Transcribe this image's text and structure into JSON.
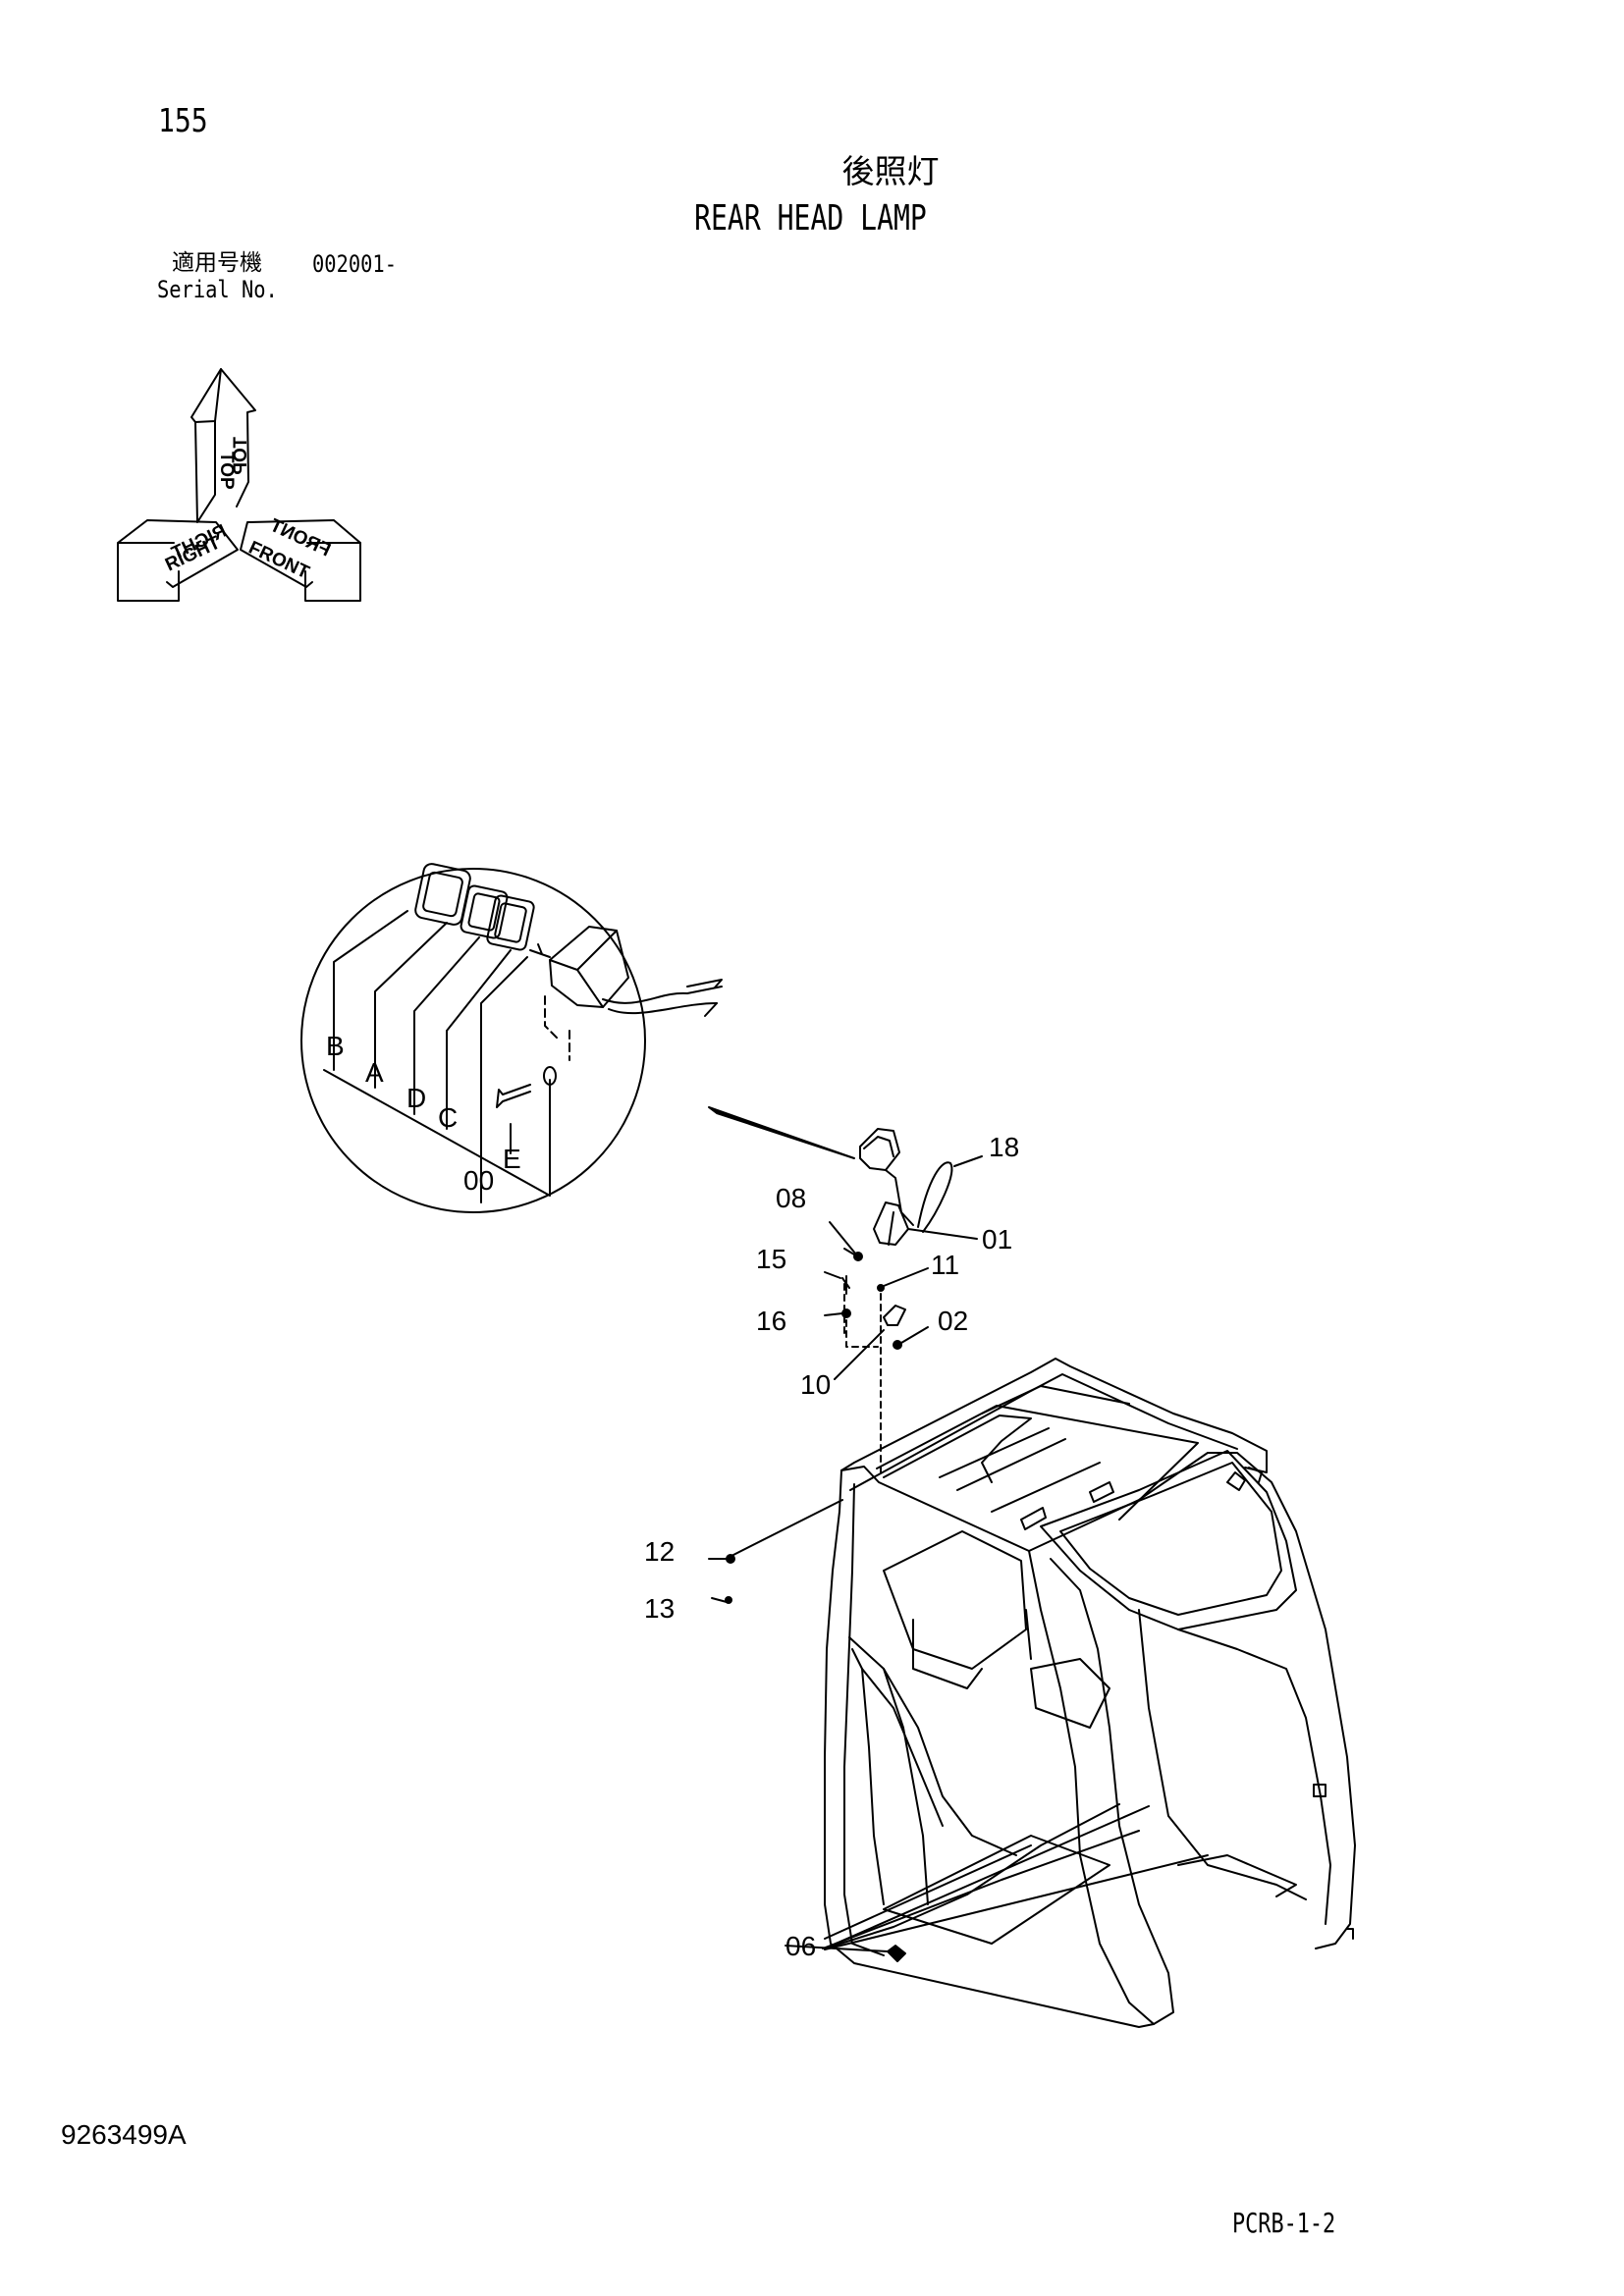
{
  "header": {
    "page_number": "155",
    "title_jp": "後照灯",
    "title_en": "REAR HEAD LAMP",
    "serial_label_jp": "適用号機",
    "serial_value": "002001-",
    "serial_label_en": "Serial No."
  },
  "orientation": {
    "top_label": "TOP",
    "right_label": "RIGHT",
    "front_label": "FRONT"
  },
  "detail_callouts": [
    "B",
    "A",
    "D",
    "C",
    "00",
    "E"
  ],
  "part_callouts": [
    "18",
    "08",
    "01",
    "15",
    "11",
    "16",
    "02",
    "10",
    "12",
    "13",
    "06"
  ],
  "footer": {
    "drawing_number": "9263499A",
    "page_code": "PCRB-1-2"
  }
}
